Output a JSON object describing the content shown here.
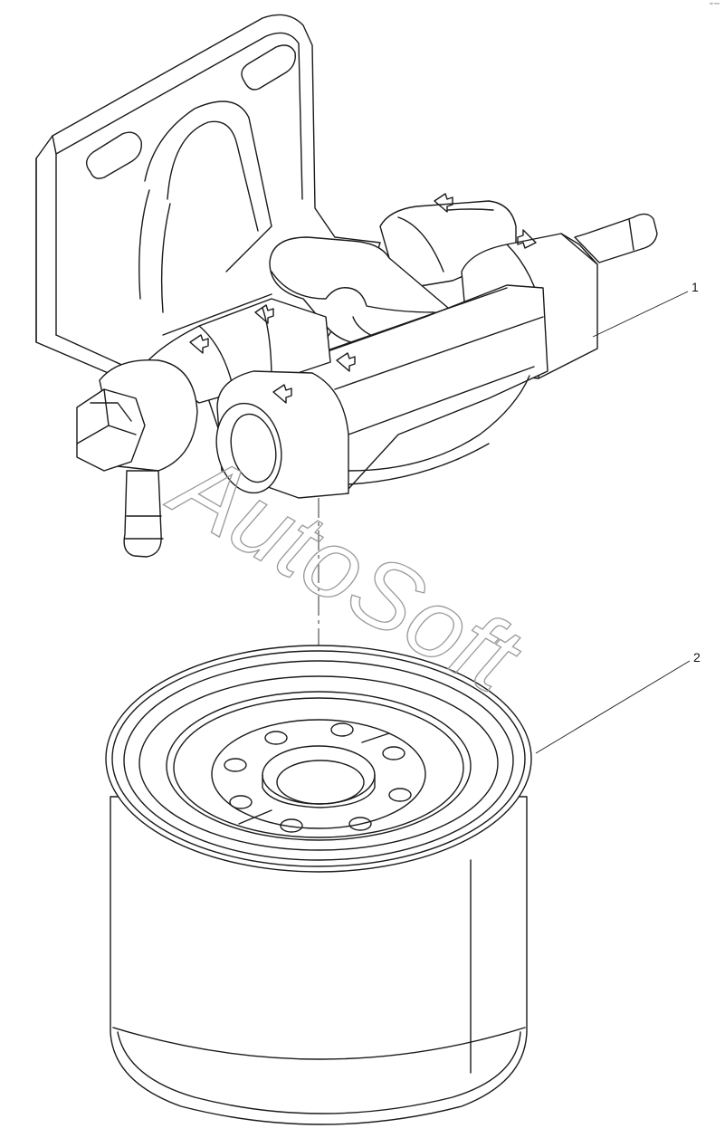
{
  "callouts": [
    {
      "id": "1",
      "text": "1"
    },
    {
      "id": "2",
      "text": "2"
    }
  ],
  "watermark": {
    "text": "AutoSoft"
  },
  "corner_mark": {
    "text": "ᵃᵇ ᵐᵐ"
  },
  "colors": {
    "line": "#1a1a1a",
    "background": "#ffffff",
    "watermark": "#9a9a9a"
  }
}
